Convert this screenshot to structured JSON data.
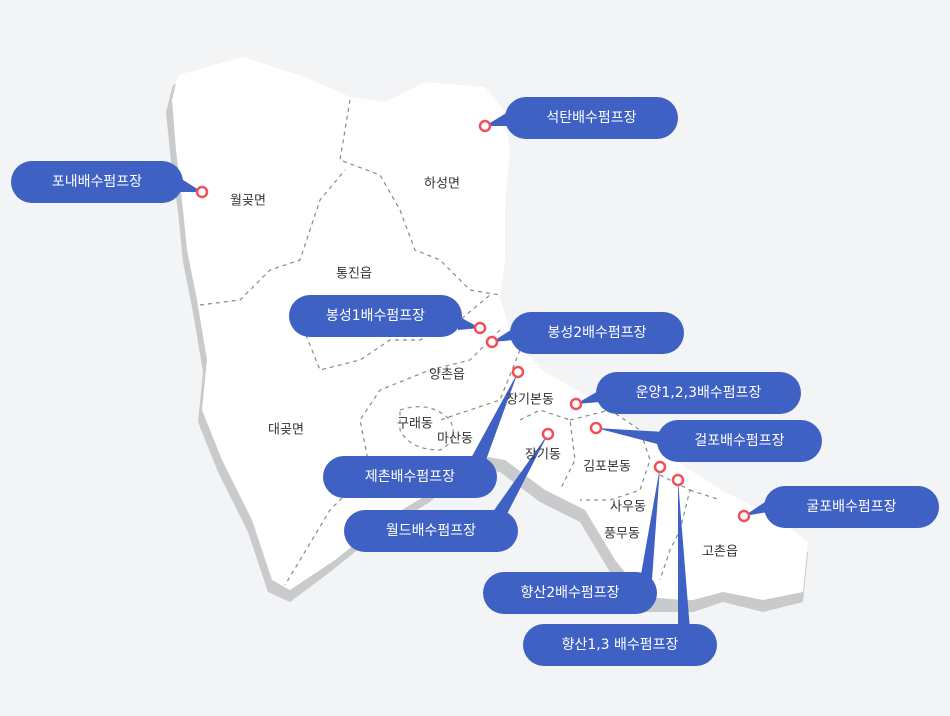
{
  "colors": {
    "accent": "#3f61c4",
    "pin": "#f0505a",
    "land": "#ffffff",
    "shadow": "#c9cacc",
    "border_dash": "#8a8a8a"
  },
  "areas": [
    "월곶면",
    "하성면",
    "통진읍",
    "양촌읍",
    "대곶면",
    "구래동",
    "마산동",
    "장기본동",
    "장기동",
    "김포본동",
    "사우동",
    "풍무동",
    "고촌읍"
  ],
  "stations": [
    "석탄배수펌프장",
    "포내배수펌프장",
    "봉성1배수펌프장",
    "봉성2배수펌프장",
    "운양1,2,3배수펌프장",
    "걸포배수펌프장",
    "제촌배수펌프장",
    "월드배수펌프장",
    "굴포배수펌프장",
    "향산2배수펌프장",
    "향산1,3 배수펌프장"
  ]
}
